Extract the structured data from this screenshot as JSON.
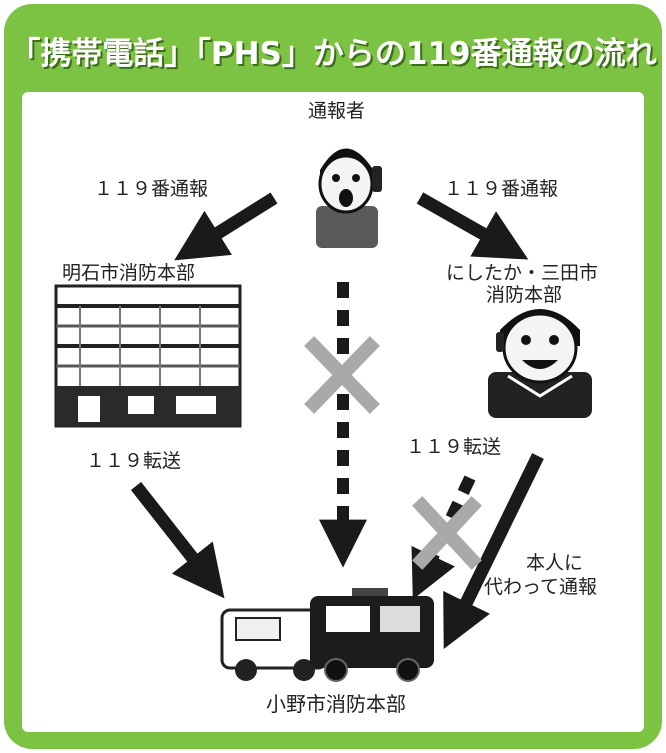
{
  "title": "「携帯電話」「PHS」からの119番通報の流れ",
  "nodes": {
    "caller": "通報者",
    "akashi": "明石市消防本部",
    "nishitaka_line1": "にしたか・三田市",
    "nishitaka_line2": "消防本部",
    "ono": "小野市消防本部"
  },
  "edges": {
    "call_left": "１１９番通報",
    "call_right": "１１９番通報",
    "transfer_left": "１１９転送",
    "transfer_right": "１１９転送",
    "proxy_line1": "本人に",
    "proxy_line2": "代わって通報"
  },
  "colors": {
    "frame": "#7cc243",
    "arrow": "#1a1a1a",
    "cross": "#a9a9a9"
  }
}
